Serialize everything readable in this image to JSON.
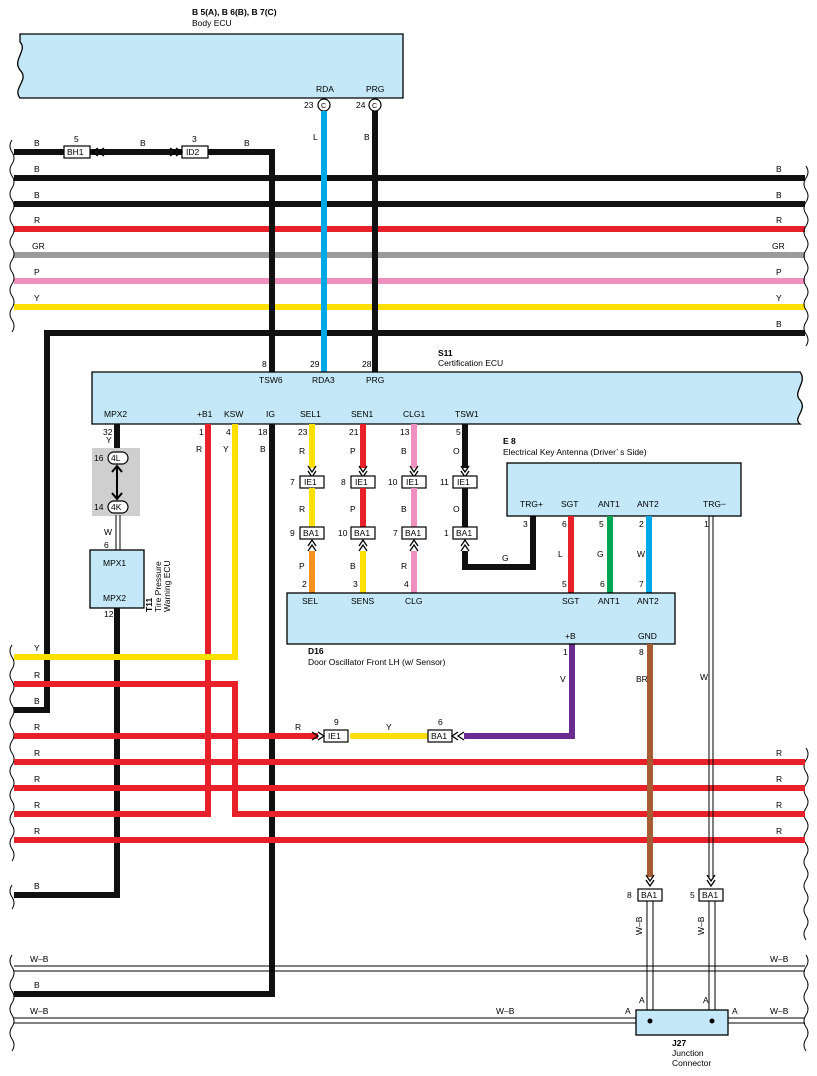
{
  "components": {
    "body_ecu": {
      "code": "B 5(A), B 6(B), B 7(C)",
      "name": "Body ECU"
    },
    "cert_ecu": {
      "code": "S11",
      "name": "Certification ECU"
    },
    "antenna": {
      "code": "E 8",
      "name": "Electrical Key Antenna (Driver’ s Side)"
    },
    "door_osc": {
      "code": "D16",
      "name": "Door Oscillator Front LH (w/ Sensor)"
    },
    "tpms": {
      "code": "T11",
      "name1": "Tire Pressure",
      "name2": "Warning ECU"
    },
    "junction": {
      "code": "J27",
      "name1": "Junction",
      "name2": "Connector"
    }
  },
  "pins": {
    "body": [
      {
        "name": "RDA",
        "num": "23",
        "conn": "C"
      },
      {
        "name": "PRG",
        "num": "24",
        "conn": "C"
      }
    ],
    "cert_top": [
      {
        "name": "TSW6",
        "num": "8"
      },
      {
        "name": "RDA3",
        "num": "29"
      },
      {
        "name": "PRG",
        "num": "28"
      }
    ],
    "cert_bottom": [
      {
        "name": "MPX2",
        "num": "32"
      },
      {
        "name": "+B1",
        "num": "1"
      },
      {
        "name": "KSW",
        "num": "4"
      },
      {
        "name": "IG",
        "num": "18"
      },
      {
        "name": "SEL1",
        "num": "23"
      },
      {
        "name": "SEN1",
        "num": "21"
      },
      {
        "name": "CLG1",
        "num": "13"
      },
      {
        "name": "TSW1",
        "num": "5"
      }
    ],
    "antenna": [
      {
        "name": "TRG+",
        "num": "3"
      },
      {
        "name": "SGT",
        "num": "6"
      },
      {
        "name": "ANT1",
        "num": "5"
      },
      {
        "name": "ANT2",
        "num": "2"
      },
      {
        "name": "TRG−",
        "num": "1"
      }
    ],
    "door_top": [
      {
        "name": "SEL",
        "num": "2"
      },
      {
        "name": "SENS",
        "num": "3"
      },
      {
        "name": "CLG",
        "num": "4"
      },
      {
        "name": "SGT",
        "num": "5"
      },
      {
        "name": "ANT1",
        "num": "6"
      },
      {
        "name": "ANT2",
        "num": "7"
      }
    ],
    "door_bottom": [
      {
        "name": "+B",
        "num": "1"
      },
      {
        "name": "GND",
        "num": "8"
      }
    ],
    "tpms": [
      {
        "name": "MPX1",
        "num": "6"
      },
      {
        "name": "MPX2",
        "num": "12"
      }
    ],
    "junction": [
      "A",
      "A",
      "A",
      "A"
    ]
  },
  "connectors": {
    "bh1": {
      "label": "BH1",
      "num": "5"
    },
    "id2": {
      "label": "ID2",
      "num": "3"
    },
    "ie1_row": [
      {
        "label": "IE1",
        "num": "7"
      },
      {
        "label": "IE1",
        "num": "8"
      },
      {
        "label": "IE1",
        "num": "10"
      },
      {
        "label": "IE1",
        "num": "11"
      }
    ],
    "ba1_row": [
      {
        "label": "BA1",
        "num": "9"
      },
      {
        "label": "BA1",
        "num": "10"
      },
      {
        "label": "BA1",
        "num": "7"
      },
      {
        "label": "BA1",
        "num": "1"
      }
    ],
    "ie1_low": {
      "label": "IE1",
      "num": "9"
    },
    "ba1_low": {
      "label": "BA1",
      "num": "6"
    },
    "ba1_j1": {
      "label": "BA1",
      "num": "8"
    },
    "ba1_j2": {
      "label": "BA1",
      "num": "5"
    },
    "inline_4l": {
      "label": "4L",
      "num": "16"
    },
    "inline_4k": {
      "label": "4K",
      "num": "14"
    }
  },
  "wire_colors": {
    "top_bus": [
      "B",
      "B",
      "R",
      "GR",
      "P",
      "Y"
    ],
    "bottom_bus": [
      "R",
      "R",
      "R",
      "R"
    ],
    "ground": [
      "W–B",
      "W–B"
    ],
    "labels": [
      "B",
      "L",
      "B",
      "B",
      "W",
      "R",
      "Y",
      "B",
      "Y",
      "R",
      "P",
      "B",
      "O",
      "Y",
      "P",
      "B",
      "R",
      "G",
      "L",
      "W",
      "V",
      "BR",
      "Y",
      "R",
      "B",
      "R",
      "Y",
      "B",
      "B",
      "W–B",
      "W–B",
      "B",
      "B",
      "B",
      "B",
      "R",
      "B",
      "R",
      "R"
    ]
  },
  "colors": {
    "B": "#111111",
    "R": "#e8202a",
    "GR": "#9b9b9b",
    "P": "#ef8fc0",
    "Y": "#fde000",
    "L": "#00a8e6",
    "O": "#f5901e",
    "G": "#00a651",
    "V": "#6a2c91",
    "BR": "#a65c32",
    "W": "#ffffff",
    "ecu_fill": "#c4e8f7"
  }
}
